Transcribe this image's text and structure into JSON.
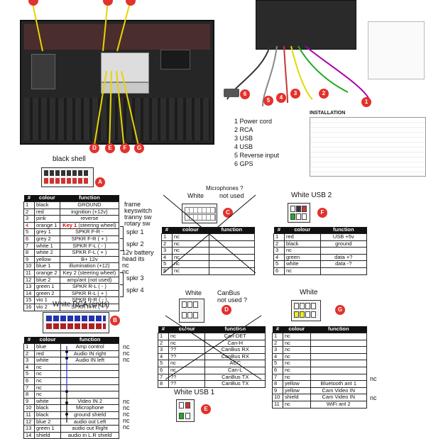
{
  "callouts": {
    "a": "A",
    "b": "B",
    "c": "C",
    "d": "D",
    "e": "E",
    "f": "F",
    "g": "G",
    "photo_1": "1",
    "photo_2": "2",
    "photo_3": "3",
    "photo_4": "4",
    "photo_5": "5",
    "photo_6": "6"
  },
  "legend": {
    "items": [
      {
        "n": "1",
        "label": "Power cord"
      },
      {
        "n": "2",
        "label": "RCA"
      },
      {
        "n": "3",
        "label": "USB"
      },
      {
        "n": "4",
        "label": "USB"
      },
      {
        "n": "5",
        "label": "Reverse input"
      },
      {
        "n": "6",
        "label": "GPS"
      }
    ],
    "installation_title": "INSTALLATION"
  },
  "black_shell": {
    "title": "black shell"
  },
  "table_a": {
    "headers": [
      "#",
      "colour",
      "function"
    ],
    "rows": [
      [
        "1",
        "black",
        "GROUND"
      ],
      [
        "2",
        "red",
        "ingnition (+12v)"
      ],
      [
        "3",
        "pink",
        "reverse"
      ],
      [
        "4",
        "orange 1",
        "(steering wheel)"
      ],
      [
        "5",
        "grey 1",
        "SPKR F-R  -"
      ],
      [
        "6",
        "grey 2",
        "SPKR F-R  ( + )"
      ],
      [
        "7",
        "white 1",
        "SPKR F-L  ( - )"
      ],
      [
        "8",
        "white 2",
        "SPKR F-L  ( + )"
      ],
      [
        "9",
        "yellow",
        "B+ 12v"
      ],
      [
        "10",
        "blue 1",
        "illumination (+12)"
      ],
      [
        "11",
        "orange 2",
        "Key 2   (steering wheel)"
      ],
      [
        "12",
        "blue 2",
        "amp/ant  (not used)"
      ],
      [
        "13",
        "green 1",
        "SPKR R-L  ( - )"
      ],
      [
        "14",
        "green 2",
        "SPKR R-L  ( + )"
      ],
      [
        "15",
        "vio 1",
        "SPKR R-R  ( - )"
      ],
      [
        "16",
        "vio 2",
        "SPKR R-R  ( + )"
      ]
    ],
    "key1_label": "Key 1",
    "side_notes": [
      "frame",
      "keyswitch",
      "tranny sw",
      "rotary sw"
    ],
    "spkr1": "spkr 1",
    "spkr2": "spkr 2",
    "battery": "12v battery",
    "head_its": "head its",
    "nc1": "nc",
    "nc2": "nc",
    "spkr3": "spkr 3",
    "spkr4": "spkr 4"
  },
  "white_rca": {
    "title": "White RCA (ends)",
    "headers": [
      "#",
      "colour",
      "function"
    ],
    "rows": [
      [
        "1",
        "blue",
        "Amp control",
        "nc"
      ],
      [
        "2",
        "red",
        "Audio IN right",
        "nc"
      ],
      [
        "3",
        "white",
        "Audio IN left",
        "nc"
      ],
      [
        "4",
        "nc",
        "",
        ""
      ],
      [
        "5",
        "nc",
        "",
        ""
      ],
      [
        "6",
        "nc",
        "",
        ""
      ],
      [
        "7",
        "nc",
        "",
        ""
      ],
      [
        "8",
        "nc",
        "",
        ""
      ],
      [
        "9",
        "white",
        "Video IN 2",
        ""
      ],
      [
        "10",
        "black",
        "Microphone",
        "nc"
      ],
      [
        "11",
        "black",
        "ground shield",
        "nc"
      ],
      [
        "12",
        "blue 2",
        "audio out Left",
        "nc"
      ],
      [
        "13",
        "green 1",
        "audio out Right",
        "nc"
      ],
      [
        "14",
        "shield",
        "audio in L.R shield",
        "nc"
      ]
    ]
  },
  "mic": {
    "title_top": "Microphones ?",
    "white": "White",
    "not_used": "not used",
    "headers": [
      "#",
      "colour",
      "function"
    ],
    "rows": [
      [
        "1",
        "nc",
        ""
      ],
      [
        "2",
        "nc",
        ""
      ],
      [
        "3",
        "nc",
        ""
      ],
      [
        "4",
        "nc",
        ""
      ],
      [
        "5",
        "nc",
        ""
      ],
      [
        "6",
        "nc",
        ""
      ]
    ]
  },
  "usb2": {
    "title": "White  USB 2",
    "headers": [
      "#",
      "colour",
      "function"
    ],
    "rows": [
      [
        "1",
        "red",
        "USB +5v"
      ],
      [
        "2",
        "black",
        "ground"
      ],
      [
        "3",
        "nc",
        ""
      ],
      [
        "4",
        "green",
        "data +?"
      ],
      [
        "5",
        "white",
        "data -?"
      ],
      [
        "6",
        "nc",
        ""
      ]
    ]
  },
  "canbus": {
    "white": "White",
    "title": "CanBus",
    "not_used": "not used ?",
    "headers": [
      "#",
      "colour",
      "function"
    ],
    "rows": [
      [
        "1",
        "nc",
        "Can-DET"
      ],
      [
        "2",
        "nc",
        "Can-H"
      ],
      [
        "3",
        "??",
        "CanBus RX"
      ],
      [
        "4",
        "??",
        "CanBus RX"
      ],
      [
        "5",
        "nc",
        "ACC"
      ],
      [
        "6",
        "nc",
        "Can-L"
      ],
      [
        "7",
        "??",
        "CanBus TX"
      ],
      [
        "8",
        "??",
        "CanBus TX"
      ]
    ]
  },
  "usb1": {
    "title": "White  USB 1"
  },
  "white_g": {
    "title": "White",
    "headers": [
      "#",
      "colour",
      "function"
    ],
    "rows": [
      [
        "1",
        "nc",
        "",
        ""
      ],
      [
        "2",
        "nc",
        "",
        ""
      ],
      [
        "3",
        "nc",
        "",
        ""
      ],
      [
        "4",
        "nc",
        "",
        ""
      ],
      [
        "5",
        "nc",
        "",
        ""
      ],
      [
        "6",
        "nc",
        "",
        ""
      ],
      [
        "7",
        "nc",
        "",
        ""
      ],
      [
        "8",
        "yellow",
        "Bluetooth ant 1",
        "nc"
      ],
      [
        "9",
        "yellow",
        "Cam Video IN",
        ""
      ],
      [
        "10",
        "shield",
        "Cam Video IN",
        ""
      ],
      [
        "11",
        "nc",
        "WiFi ant 2",
        "nc"
      ]
    ]
  }
}
